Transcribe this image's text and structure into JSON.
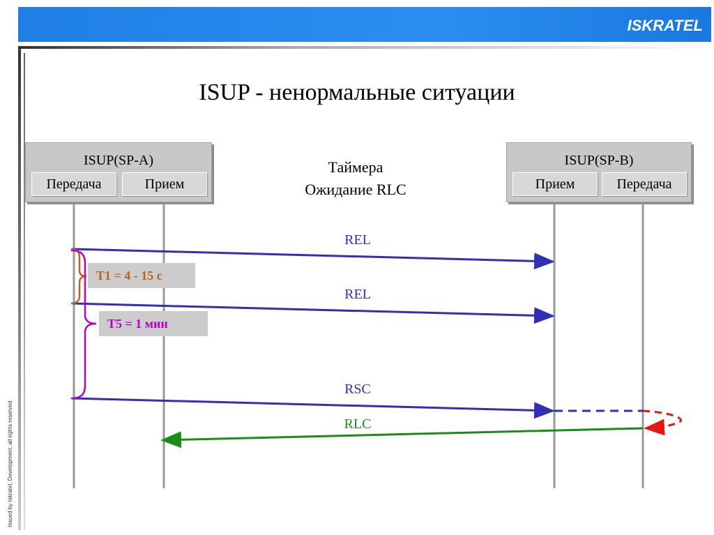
{
  "header": {
    "logo": "ISKRATEL",
    "bar_color": "#1f7fe6"
  },
  "side_note": "Issued by Iskratel, Development; all rights reserved",
  "title": "ISUP - ненормальные ситуации",
  "node_a": {
    "title": "ISUP(SP-A)",
    "left_label": "Передача",
    "right_label": "Прием"
  },
  "node_b": {
    "title": "ISUP(SP-B)",
    "left_label": "Прием",
    "right_label": "Передача"
  },
  "timers_heading": {
    "line1": "Таймера",
    "line2": "Ожидание RLC"
  },
  "timer1": {
    "label": "T1 = 4 - 15 с",
    "color": "#c0601a"
  },
  "timer5": {
    "label": "T5  = 1 мин",
    "color": "#b400c8"
  },
  "messages": [
    {
      "label": "REL",
      "color": "#3030b0"
    },
    {
      "label": "REL",
      "color": "#3030b0"
    },
    {
      "label": "RSC",
      "color": "#3030b0"
    },
    {
      "label": "RLC",
      "color": "#1a8c1a"
    }
  ],
  "colors": {
    "lifeline": "#9a9a9a",
    "retry_arrow": "#e01818"
  }
}
